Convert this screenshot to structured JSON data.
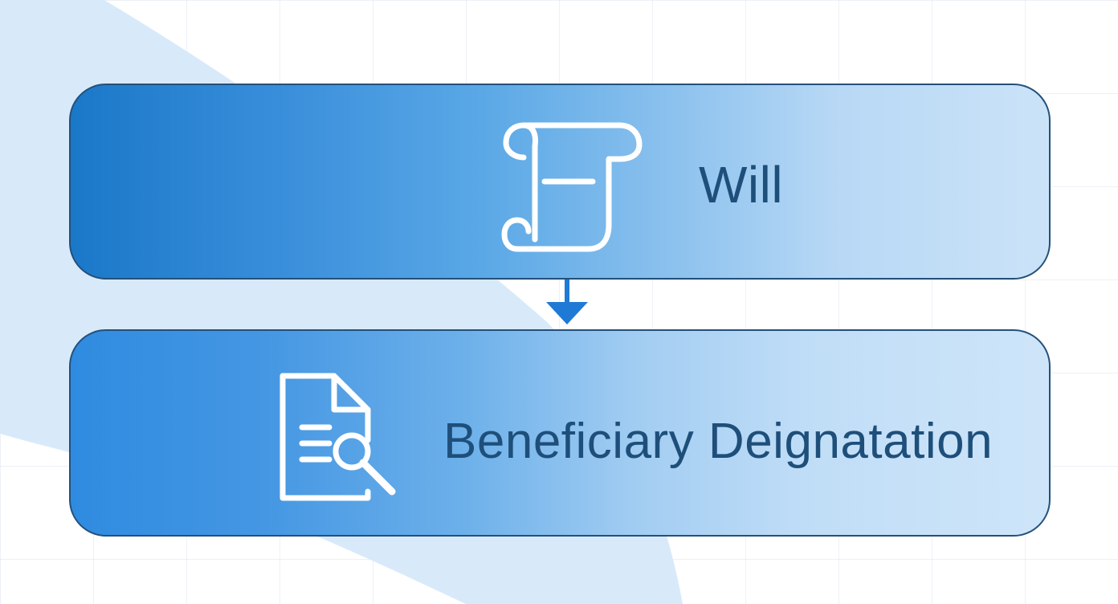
{
  "diagram": {
    "nodes": [
      {
        "id": "will",
        "label": "Will",
        "icon": "scroll-icon"
      },
      {
        "id": "beneficiary",
        "label": "Beneficiary Deignatation",
        "icon": "document-search-icon"
      }
    ],
    "edges": [
      {
        "from": "will",
        "to": "beneficiary",
        "icon": "arrow-down-icon"
      }
    ]
  },
  "colors": {
    "box_border": "#24507a",
    "label_text": "#1e4f7a",
    "arrow": "#1f7ad6",
    "icon_stroke": "#ffffff",
    "background_shape": "#d6e9fa"
  }
}
